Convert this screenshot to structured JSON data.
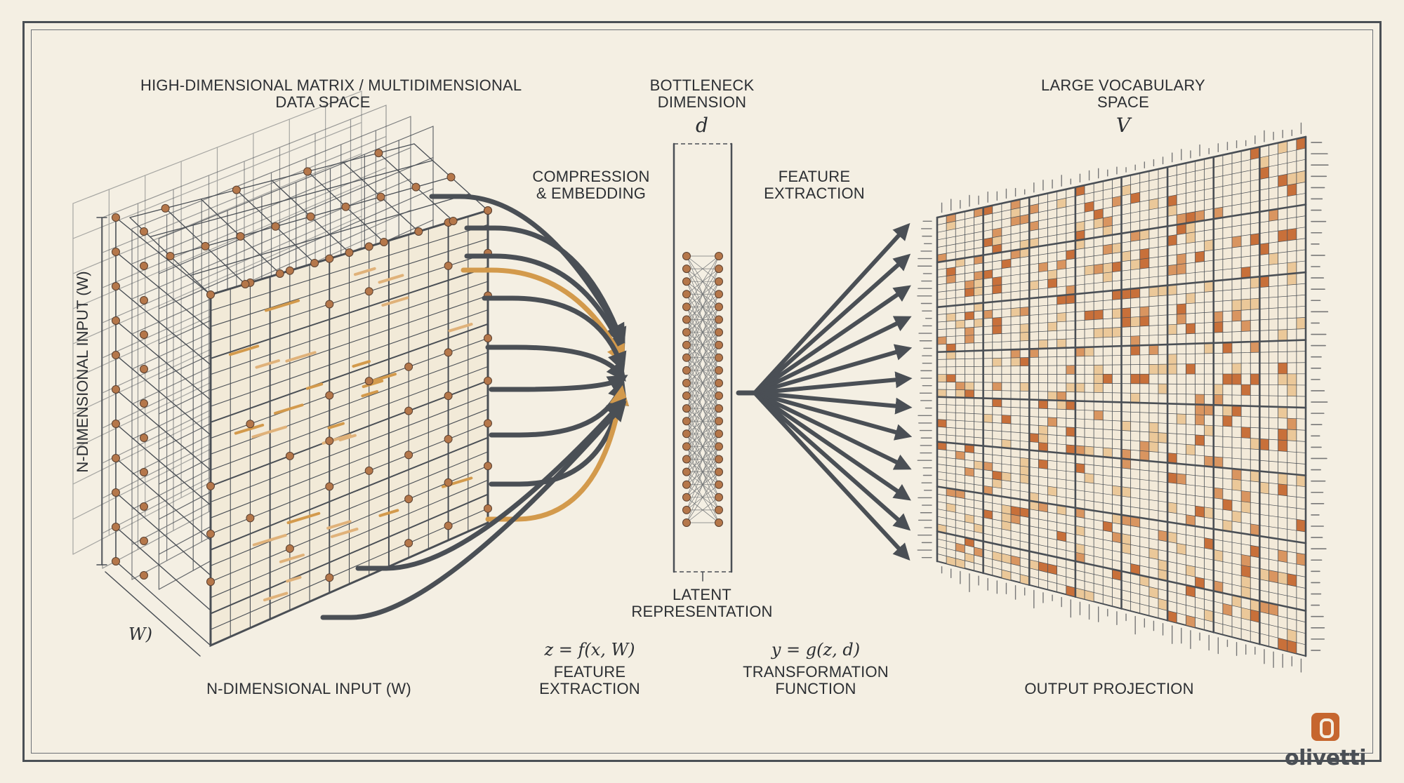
{
  "labels": {
    "input_title_line1": "HIGH-DIMENSIONAL MATRIX / MULTIDIMENSIONAL",
    "input_title_line2": "DATA SPACE",
    "input_axis_vertical": "N-DIMENSIONAL INPUT (W)",
    "input_axis_w": "W)",
    "input_bottom": "N-DIMENSIONAL INPUT (W)",
    "compression_line1": "COMPRESSION",
    "compression_line2": "& EMBEDDING",
    "bottleneck_line1": "BOTTLENECK",
    "bottleneck_line2": "DIMENSION",
    "bottleneck_symbol": "d",
    "latent_line1": "LATENT",
    "latent_line2": "REPRESENTATION",
    "feature_top_line1": "FEATURE",
    "feature_top_line2": "EXTRACTION",
    "vocab_line1": "LARGE VOCABULARY",
    "vocab_line2": "SPACE",
    "vocab_symbol": "V",
    "eq1": "z = f(x, W)",
    "eq1_caption_line1": "FEATURE",
    "eq1_caption_line2": "EXTRACTION",
    "eq2": "y = g(z, d)",
    "eq2_caption_line1": "TRANSFORMATION",
    "eq2_caption_line2": "FUNCTION",
    "output_bottom": "OUTPUT PROJECTION"
  },
  "logo": {
    "text": "olivetti"
  },
  "colors": {
    "background": "#f4efe3",
    "ink": "#4a4f55",
    "node": "#b5774a",
    "accent": "#d39a4c",
    "highlight": "#c8703a"
  }
}
